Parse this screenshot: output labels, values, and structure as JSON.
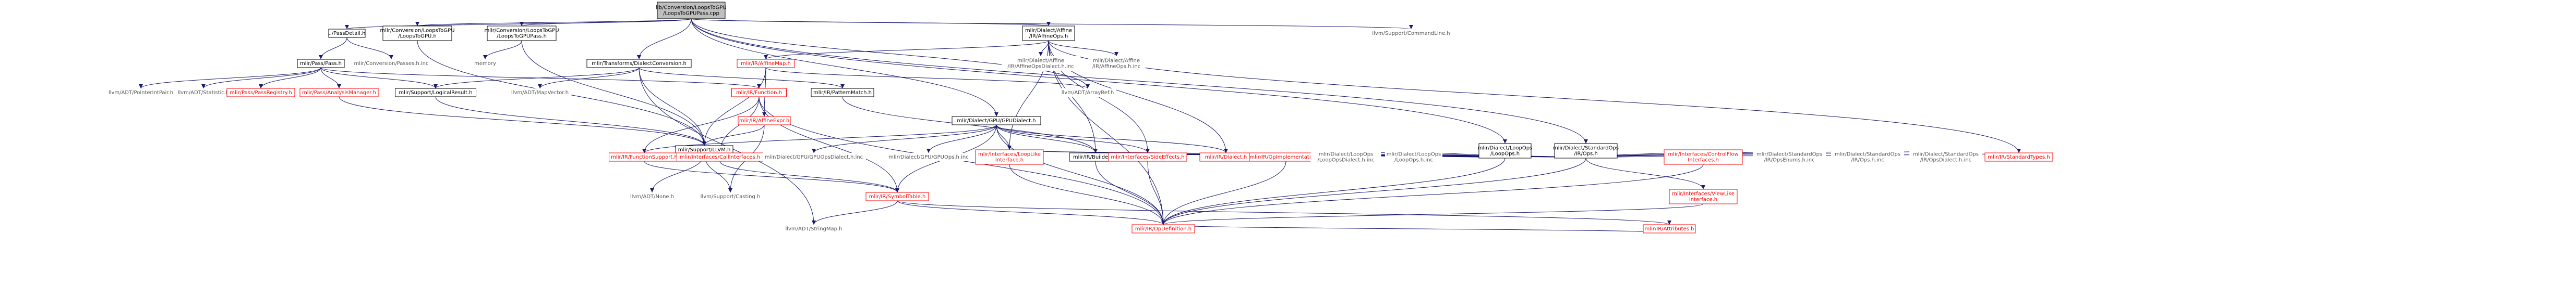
{
  "graph": {
    "colors": {
      "root_fill": "#bfbfbf",
      "edge": "#191970",
      "link_border": "#000000",
      "external_link": "#ff0000",
      "noborder_text": "#555555"
    },
    "nodes": [
      {
        "id": "root",
        "lines": [
          "lib/Conversion/LoopsToGPU",
          "/LoopsToGPUPass.cpp"
        ],
        "style": "root"
      },
      {
        "id": "passdetail",
        "lines": [
          "../PassDetail.h"
        ],
        "style": "plain"
      },
      {
        "id": "convloopstogpu",
        "lines": [
          "mlir/Conversion/LoopsToGPU",
          "/LoopsToGPU.h"
        ],
        "style": "plain"
      },
      {
        "id": "convloopstogpupass",
        "lines": [
          "mlir/Conversion/LoopsToGPU",
          "/LoopsToGPUPass.h"
        ],
        "style": "plain"
      },
      {
        "id": "affineops",
        "lines": [
          "mlir/Dialect/Affine",
          "/IR/AffineOps.h"
        ],
        "style": "plain"
      },
      {
        "id": "loopops",
        "lines": [
          "mlir/Dialect/LoopOps",
          "/LoopOps.h"
        ],
        "style": "plain"
      },
      {
        "id": "stdops",
        "lines": [
          "mlir/Dialect/StandardOps",
          "/IR/Ops.h"
        ],
        "style": "plain"
      },
      {
        "id": "commandline",
        "lines": [
          "llvm/Support/CommandLine.h"
        ],
        "style": "noborder"
      },
      {
        "id": "pass",
        "lines": [
          "mlir/Pass/Pass.h"
        ],
        "style": "plain"
      },
      {
        "id": "passes_inc",
        "lines": [
          "mlir/Conversion/Passes.h.inc"
        ],
        "style": "noborder"
      },
      {
        "id": "memory",
        "lines": [
          "memory"
        ],
        "style": "noborder"
      },
      {
        "id": "transforms_dc",
        "lines": [
          "mlir/Transforms/DialectConversion.h"
        ],
        "style": "plain"
      },
      {
        "id": "affinemap",
        "lines": [
          "mlir/IR/AffineMap.h"
        ],
        "style": "red"
      },
      {
        "id": "affineopsdialect_inc",
        "lines": [
          "mlir/Dialect/Affine",
          "/IR/AffineOpsDialect.h.inc"
        ],
        "style": "noborder"
      },
      {
        "id": "affineops_inc",
        "lines": [
          "mlir/Dialect/Affine",
          "/IR/AffineOps.h.inc"
        ],
        "style": "noborder"
      },
      {
        "id": "arrayref",
        "lines": [
          "llvm/ADT/ArrayRef.h"
        ],
        "style": "noborder"
      },
      {
        "id": "pointerintpair",
        "lines": [
          "llvm/ADT/PointerIntPair.h"
        ],
        "style": "noborder"
      },
      {
        "id": "statistic",
        "lines": [
          "llvm/ADT/Statistic.h"
        ],
        "style": "noborder"
      },
      {
        "id": "passregistry",
        "lines": [
          "mlir/Pass/PassRegistry.h"
        ],
        "style": "red"
      },
      {
        "id": "analysismanager",
        "lines": [
          "mlir/Pass/AnalysisManager.h"
        ],
        "style": "red"
      },
      {
        "id": "logicalresult",
        "lines": [
          "mlir/Support/LogicalResult.h"
        ],
        "style": "plain"
      },
      {
        "id": "mapvector",
        "lines": [
          "llvm/ADT/MapVector.h"
        ],
        "style": "noborder"
      },
      {
        "id": "function",
        "lines": [
          "mlir/IR/Function.h"
        ],
        "style": "red"
      },
      {
        "id": "affineexpr",
        "lines": [
          "mlir/IR/AffineExpr.h"
        ],
        "style": "red"
      },
      {
        "id": "patternmatch",
        "lines": [
          "mlir/IR/PatternMatch.h"
        ],
        "style": "plain"
      },
      {
        "id": "gpudialect",
        "lines": [
          "mlir/Dialect/GPU/GPUDialect.h"
        ],
        "style": "plain"
      },
      {
        "id": "llvm_h",
        "lines": [
          "mlir/Support/LLVM.h"
        ],
        "style": "plain"
      },
      {
        "id": "functionsupport",
        "lines": [
          "mlir/IR/FunctionSupport.h"
        ],
        "style": "red"
      },
      {
        "id": "callinterfaces",
        "lines": [
          "mlir/Interfaces/CallInterfaces.h"
        ],
        "style": "red"
      },
      {
        "id": "gpuopsdialect_inc",
        "lines": [
          "mlir/Dialect/GPU/GPUOpsDialect.h.inc"
        ],
        "style": "noborder"
      },
      {
        "id": "gpuops_inc",
        "lines": [
          "mlir/Dialect/GPU/GPUOps.h.inc"
        ],
        "style": "noborder"
      },
      {
        "id": "looplike",
        "lines": [
          "mlir/Interfaces/LoopLike",
          "Interface.h"
        ],
        "style": "red"
      },
      {
        "id": "builders",
        "lines": [
          "mlir/IR/Builders.h"
        ],
        "style": "plain"
      },
      {
        "id": "sideeffects",
        "lines": [
          "mlir/Interfaces/SideEffects.h"
        ],
        "style": "red"
      },
      {
        "id": "dialect",
        "lines": [
          "mlir/IR/Dialect.h"
        ],
        "style": "red"
      },
      {
        "id": "opimplementation",
        "lines": [
          "mlir/IR/OpImplementation.h"
        ],
        "style": "red"
      },
      {
        "id": "loopopsdialect_inc",
        "lines": [
          "mlir/Dialect/LoopOps",
          "/LoopOpsDialect.h.inc"
        ],
        "style": "noborder"
      },
      {
        "id": "loopops_inc",
        "lines": [
          "mlir/Dialect/LoopOps",
          "/LoopOps.h.inc"
        ],
        "style": "noborder"
      },
      {
        "id": "controlflow",
        "lines": [
          "mlir/Interfaces/ControlFlow",
          "Interfaces.h"
        ],
        "style": "red"
      },
      {
        "id": "opsenums_inc",
        "lines": [
          "mlir/Dialect/StandardOps",
          "/IR/OpsEnums.h.inc"
        ],
        "style": "noborder"
      },
      {
        "id": "stdops_inc",
        "lines": [
          "mlir/Dialect/StandardOps",
          "/IR/Ops.h.inc"
        ],
        "style": "noborder"
      },
      {
        "id": "opsdialect_inc",
        "lines": [
          "mlir/Dialect/StandardOps",
          "/IR/OpsDialect.h.inc"
        ],
        "style": "noborder"
      },
      {
        "id": "standardtypes",
        "lines": [
          "mlir/IR/StandardTypes.h"
        ],
        "style": "red"
      },
      {
        "id": "none",
        "lines": [
          "llvm/ADT/None.h"
        ],
        "style": "noborder"
      },
      {
        "id": "casting",
        "lines": [
          "llvm/Support/Casting.h"
        ],
        "style": "noborder"
      },
      {
        "id": "symboltable",
        "lines": [
          "mlir/IR/SymbolTable.h"
        ],
        "style": "red"
      },
      {
        "id": "viewlike",
        "lines": [
          "mlir/Interfaces/ViewLike",
          "Interface.h"
        ],
        "style": "red"
      },
      {
        "id": "stringmap",
        "lines": [
          "llvm/ADT/StringMap.h"
        ],
        "style": "noborder"
      },
      {
        "id": "opdefinition",
        "lines": [
          "mlir/IR/OpDefinition.h"
        ],
        "style": "red"
      },
      {
        "id": "attributes",
        "lines": [
          "mlir/IR/Attributes.h"
        ],
        "style": "red"
      }
    ],
    "edges": [
      [
        "root",
        "passdetail"
      ],
      [
        "root",
        "convloopstogpu"
      ],
      [
        "root",
        "convloopstogpupass"
      ],
      [
        "root",
        "affineops"
      ],
      [
        "root",
        "gpudialect"
      ],
      [
        "root",
        "loopops"
      ],
      [
        "root",
        "stdops"
      ],
      [
        "root",
        "transforms_dc"
      ],
      [
        "root",
        "commandline"
      ],
      [
        "root",
        "arrayref"
      ],
      [
        "passdetail",
        "pass"
      ],
      [
        "passdetail",
        "passes_inc"
      ],
      [
        "convloopstogpu",
        "llvm_h"
      ],
      [
        "convloopstogpupass",
        "memory"
      ],
      [
        "convloopstogpupass",
        "llvm_h"
      ],
      [
        "affineops",
        "affinemap"
      ],
      [
        "affineops",
        "affineopsdialect_inc"
      ],
      [
        "affineops",
        "affineops_inc"
      ],
      [
        "affineops",
        "builders"
      ],
      [
        "affineops",
        "dialect"
      ],
      [
        "affineops",
        "opdefinition"
      ],
      [
        "affineops",
        "looplike"
      ],
      [
        "affineops",
        "sideeffects"
      ],
      [
        "affineops",
        "standardtypes"
      ],
      [
        "pass",
        "pointerintpair"
      ],
      [
        "pass",
        "statistic"
      ],
      [
        "pass",
        "passregistry"
      ],
      [
        "pass",
        "analysismanager"
      ],
      [
        "pass",
        "logicalresult"
      ],
      [
        "pass",
        "function"
      ],
      [
        "transforms_dc",
        "mapvector"
      ],
      [
        "transforms_dc",
        "patternmatch"
      ],
      [
        "transforms_dc",
        "logicalresult"
      ],
      [
        "transforms_dc",
        "stringmap"
      ],
      [
        "transforms_dc",
        "llvm_h"
      ],
      [
        "affinemap",
        "affineexpr"
      ],
      [
        "affinemap",
        "llvm_h"
      ],
      [
        "affinemap",
        "arrayref"
      ],
      [
        "analysismanager",
        "llvm_h"
      ],
      [
        "logicalresult",
        "llvm_h"
      ],
      [
        "function",
        "functionsupport"
      ],
      [
        "function",
        "callinterfaces"
      ],
      [
        "function",
        "symboltable"
      ],
      [
        "function",
        "opdefinition"
      ],
      [
        "affineexpr",
        "llvm_h"
      ],
      [
        "affineexpr",
        "casting"
      ],
      [
        "patternmatch",
        "builders"
      ],
      [
        "gpudialect",
        "functionsupport"
      ],
      [
        "gpudialect",
        "gpuopsdialect_inc"
      ],
      [
        "gpudialect",
        "gpuops_inc"
      ],
      [
        "gpudialect",
        "builders"
      ],
      [
        "gpudialect",
        "dialect"
      ],
      [
        "gpudialect",
        "opdefinition"
      ],
      [
        "gpudialect",
        "sideeffects"
      ],
      [
        "gpudialect",
        "symboltable"
      ],
      [
        "gpudialect",
        "looplike"
      ],
      [
        "llvm_h",
        "none"
      ],
      [
        "llvm_h",
        "casting"
      ],
      [
        "functionsupport",
        "symboltable"
      ],
      [
        "callinterfaces",
        "symboltable"
      ],
      [
        "looplike",
        "opdefinition"
      ],
      [
        "builders",
        "opdefinition"
      ],
      [
        "sideeffects",
        "opdefinition"
      ],
      [
        "opimplementation",
        "opdefinition"
      ],
      [
        "loopops",
        "builders"
      ],
      [
        "loopops",
        "dialect"
      ],
      [
        "loopops",
        "looplike"
      ],
      [
        "loopops",
        "sideeffects"
      ],
      [
        "loopops",
        "loopopsdialect_inc"
      ],
      [
        "loopops",
        "loopops_inc"
      ],
      [
        "loopops",
        "opdefinition"
      ],
      [
        "stdops",
        "dialect"
      ],
      [
        "stdops",
        "opimplementation"
      ],
      [
        "stdops",
        "controlflow"
      ],
      [
        "stdops",
        "viewlike"
      ],
      [
        "stdops",
        "opsenums_inc"
      ],
      [
        "stdops",
        "stdops_inc"
      ],
      [
        "stdops",
        "opsdialect_inc"
      ],
      [
        "stdops",
        "standardtypes"
      ],
      [
        "stdops",
        "sideeffects"
      ],
      [
        "stdops",
        "builders"
      ],
      [
        "stdops",
        "looplike"
      ],
      [
        "stdops",
        "opdefinition"
      ],
      [
        "controlflow",
        "opdefinition"
      ],
      [
        "viewlike",
        "opdefinition"
      ],
      [
        "symboltable",
        "opdefinition"
      ],
      [
        "symboltable",
        "stringmap"
      ],
      [
        "symboltable",
        "attributes"
      ],
      [
        "attributes",
        "opdefinition"
      ]
    ]
  }
}
